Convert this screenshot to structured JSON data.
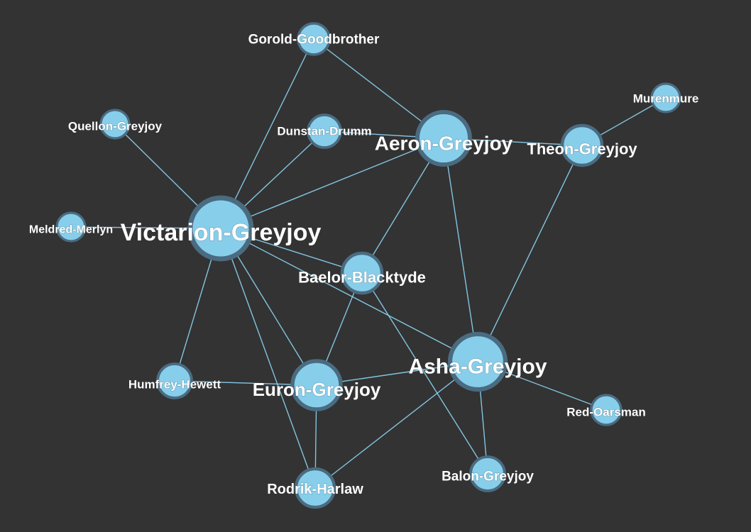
{
  "graph": {
    "nodes": [
      {
        "id": "gorold",
        "label": "Gorold-Goodbrother",
        "weight": 2
      },
      {
        "id": "quellon",
        "label": "Quellon-Greyjoy",
        "weight": 1
      },
      {
        "id": "dunstan",
        "label": "Dunstan-Drumm",
        "weight": 2
      },
      {
        "id": "aeron",
        "label": "Aeron-Greyjoy",
        "weight": 7
      },
      {
        "id": "murenmure",
        "label": "Murenmure",
        "weight": 1
      },
      {
        "id": "theon",
        "label": "Theon-Greyjoy",
        "weight": 4
      },
      {
        "id": "meldred",
        "label": "Meldred-Merlyn",
        "weight": 1
      },
      {
        "id": "victarion",
        "label": "Victarion-Greyjoy",
        "weight": 11
      },
      {
        "id": "baelor",
        "label": "Baelor-Blacktyde",
        "weight": 4
      },
      {
        "id": "asha",
        "label": "Asha-Greyjoy",
        "weight": 8
      },
      {
        "id": "humfrey",
        "label": "Humfrey-Hewett",
        "weight": 2
      },
      {
        "id": "euron",
        "label": "Euron-Greyjoy",
        "weight": 6
      },
      {
        "id": "red",
        "label": "Red-Oarsman",
        "weight": 1
      },
      {
        "id": "rodrik",
        "label": "Rodrik-Harlaw",
        "weight": 4
      },
      {
        "id": "balon",
        "label": "Balon-Greyjoy",
        "weight": 2
      }
    ],
    "edges": [
      {
        "source": "gorold",
        "target": "victarion"
      },
      {
        "source": "gorold",
        "target": "aeron"
      },
      {
        "source": "quellon",
        "target": "victarion"
      },
      {
        "source": "dunstan",
        "target": "victarion"
      },
      {
        "source": "dunstan",
        "target": "aeron"
      },
      {
        "source": "aeron",
        "target": "victarion"
      },
      {
        "source": "aeron",
        "target": "theon"
      },
      {
        "source": "aeron",
        "target": "baelor"
      },
      {
        "source": "aeron",
        "target": "asha"
      },
      {
        "source": "murenmure",
        "target": "theon"
      },
      {
        "source": "theon",
        "target": "asha"
      },
      {
        "source": "meldred",
        "target": "victarion"
      },
      {
        "source": "victarion",
        "target": "baelor"
      },
      {
        "source": "victarion",
        "target": "asha"
      },
      {
        "source": "victarion",
        "target": "euron"
      },
      {
        "source": "victarion",
        "target": "humfrey"
      },
      {
        "source": "victarion",
        "target": "rodrik"
      },
      {
        "source": "baelor",
        "target": "euron"
      },
      {
        "source": "baelor",
        "target": "balon"
      },
      {
        "source": "asha",
        "target": "euron"
      },
      {
        "source": "asha",
        "target": "red"
      },
      {
        "source": "asha",
        "target": "balon"
      },
      {
        "source": "asha",
        "target": "rodrik"
      },
      {
        "source": "humfrey",
        "target": "euron"
      },
      {
        "source": "euron",
        "target": "rodrik"
      }
    ]
  },
  "colors": {
    "background": "#333333",
    "node_fill": "#87ceeb",
    "node_stroke": "#4a6b80",
    "edge": "#87ceeb",
    "label": "#ffffff"
  }
}
